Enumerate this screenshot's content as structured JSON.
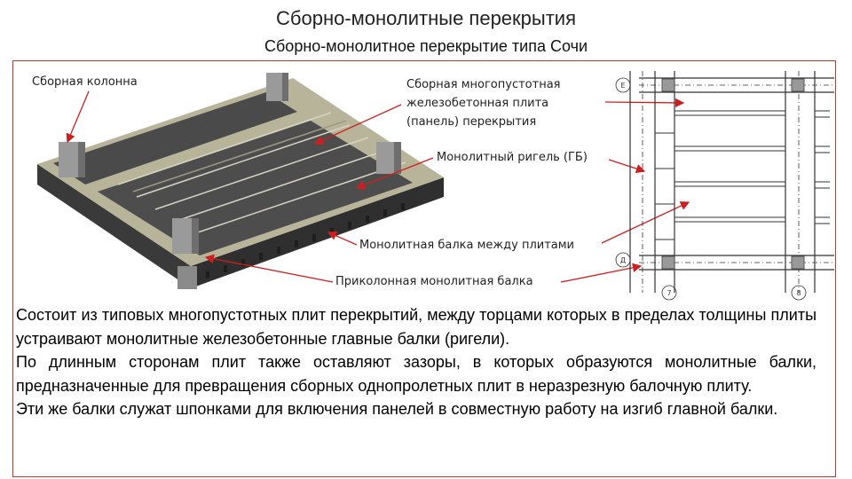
{
  "slide": {
    "title": "Сборно-монолитные перекрытия",
    "subtitle": "Сборно-монолитное перекрытие типа Сочи"
  },
  "labels": {
    "column": "Сборная колонна",
    "slab_line1": "Сборная многопустотная",
    "slab_line2": "железобетонная плита",
    "slab_line3": "(панель) перекрытия",
    "girder": "Монолитный ригель (ГБ)",
    "beam_between": "Монолитная балка между плитами",
    "column_beam": "Приколонная монолитная балка"
  },
  "plan": {
    "axis_top": "Е",
    "axis_middle": "Д",
    "axis_bottom_left": "7",
    "axis_bottom_right": "8"
  },
  "body": {
    "paragraph1": "Состоит из типовых многопустотных плит перекрытий, между торцами которых в пределах толщины плиты устраивают монолитные железобетонные главные балки (ригели).",
    "paragraph2": "По длинным сторонам плит также оставляют зазоры, в которых образуются монолитные балки, предназначенные для превращения сборных однопролетных плит в неразрезную балочную плиту.",
    "paragraph3": "Эти же балки служат шпонками для включения панелей в совместную работу на изгиб главной балки."
  },
  "colors": {
    "frame": "#c0392b",
    "arrow": "#cc1f1f",
    "slab": "#4a4a4a",
    "beam": "#b8b49a",
    "column": "#8e8e8e"
  }
}
